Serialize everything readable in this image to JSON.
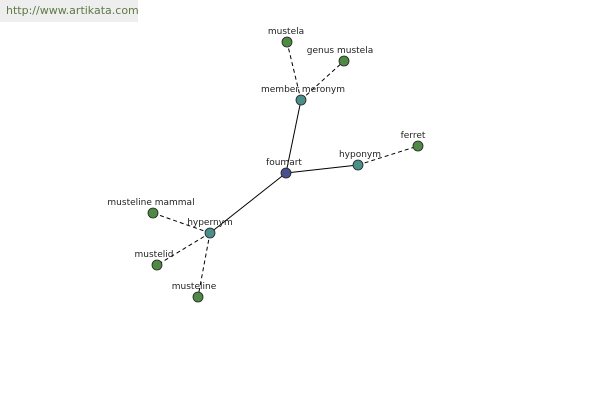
{
  "watermark": "http://www.artikata.com",
  "colors": {
    "center_node": "#4a4f8f",
    "relation_node": "#4b8f8a",
    "leaf_node": "#4f8a44",
    "node_stroke": "#222222",
    "edge": "#000000"
  },
  "graph": {
    "center": {
      "id": "fourmart",
      "label": "foumart"
    },
    "relations": [
      {
        "id": "member_meronym",
        "label": "member meronym"
      },
      {
        "id": "hyponym",
        "label": "hyponym"
      },
      {
        "id": "hypernym",
        "label": "hypernym"
      }
    ],
    "leaves": [
      {
        "id": "mustela",
        "label": "mustela",
        "relation": "member_meronym"
      },
      {
        "id": "genus_mustela",
        "label": "genus mustela",
        "relation": "member_meronym"
      },
      {
        "id": "ferret",
        "label": "ferret",
        "relation": "hyponym"
      },
      {
        "id": "musteline_mammal",
        "label": "musteline mammal",
        "relation": "hypernym"
      },
      {
        "id": "mustelid",
        "label": "mustelid",
        "relation": "hypernym"
      },
      {
        "id": "musteline",
        "label": "musteline",
        "relation": "hypernym"
      }
    ]
  }
}
